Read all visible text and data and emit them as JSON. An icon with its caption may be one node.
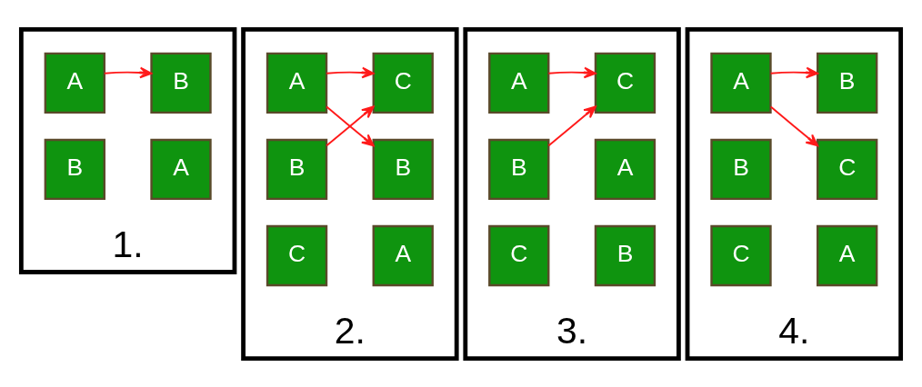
{
  "diagram": {
    "nodes": [
      {
        "text": [
          "1."
        ]
      },
      {
        "text": [
          "A"
        ],
        "in": 0
      },
      {
        "text": [
          "B"
        ],
        "in": 0
      },
      {
        "text": [
          "B"
        ],
        "in": 0
      },
      {
        "text": [
          "A"
        ],
        "in": 0
      },
      {
        "text": [
          "2."
        ]
      },
      {
        "text": [
          "A"
        ],
        "in": 5
      },
      {
        "text": [
          "C"
        ],
        "in": 5
      },
      {
        "text": [
          "B"
        ],
        "in": 5
      },
      {
        "text": [
          "B"
        ],
        "in": 5
      },
      {
        "text": [
          "C"
        ],
        "in": 5
      },
      {
        "text": [
          "A"
        ],
        "in": 5
      },
      {
        "text": [
          "3."
        ]
      },
      {
        "text": [
          "A"
        ],
        "in": 12
      },
      {
        "text": [
          "C"
        ],
        "in": 12
      },
      {
        "text": [
          "B"
        ],
        "in": 12
      },
      {
        "text": [
          "A"
        ],
        "in": 12
      },
      {
        "text": [
          "C"
        ],
        "in": 12
      },
      {
        "text": [
          "B"
        ],
        "in": 12
      },
      {
        "text": [
          "4."
        ]
      },
      {
        "text": [
          "A"
        ],
        "in": 19
      },
      {
        "text": [
          "B"
        ],
        "in": 19
      },
      {
        "text": [
          "B"
        ],
        "in": 19
      },
      {
        "text": [
          "C"
        ],
        "in": 19
      },
      {
        "text": [
          "C"
        ],
        "in": 19
      },
      {
        "text": [
          "A"
        ],
        "in": 19
      }
    ],
    "edges": [
      {
        "from": 1,
        "to": 2,
        "arrow": "to"
      },
      {
        "from": 6,
        "to": 7,
        "arrow": "to"
      },
      {
        "from": 6,
        "to": 9,
        "arrow": "to"
      },
      {
        "from": 8,
        "to": 7,
        "arrow": "to"
      },
      {
        "from": 13,
        "to": 14,
        "arrow": "to"
      },
      {
        "from": 15,
        "to": 14,
        "arrow": "to"
      },
      {
        "from": 20,
        "to": 21,
        "arrow": "to"
      },
      {
        "from": 20,
        "to": 23,
        "arrow": "to"
      }
    ]
  }
}
